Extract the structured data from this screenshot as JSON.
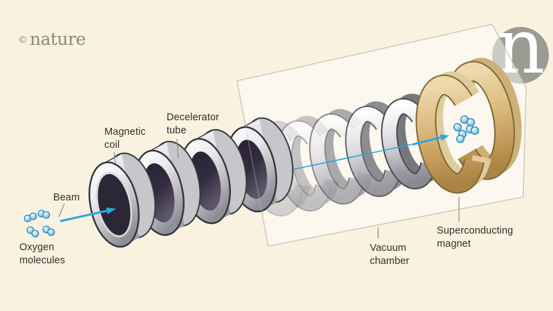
{
  "branding": {
    "copyright_symbol": "©",
    "wordmark": "nature",
    "logo_letter": "n"
  },
  "diagram": {
    "labels": {
      "beam": "Beam",
      "oxygen": {
        "line1": "Oxygen",
        "line2": "molecules"
      },
      "magnetic_coil": {
        "line1": "Magnetic",
        "line2": "coil"
      },
      "decelerator_tube": {
        "line1": "Decelerator",
        "line2": "tube"
      },
      "vacuum_chamber": {
        "line1": "Vacuum",
        "line2": "chamber"
      },
      "superconducting_magnet": {
        "line1": "Superconducting",
        "line2": "magnet"
      }
    },
    "colors": {
      "background": "#f9f2e0",
      "beam_blue": "#2aa7dd",
      "molecule_blue": "#8ed1f0",
      "magnet_gold": "#d6b377",
      "coil_silver": "#d9d9dc",
      "tube_dark": "#3a3444",
      "logo_gray": "#9c9b92",
      "label_text": "#2f2e2b"
    }
  }
}
